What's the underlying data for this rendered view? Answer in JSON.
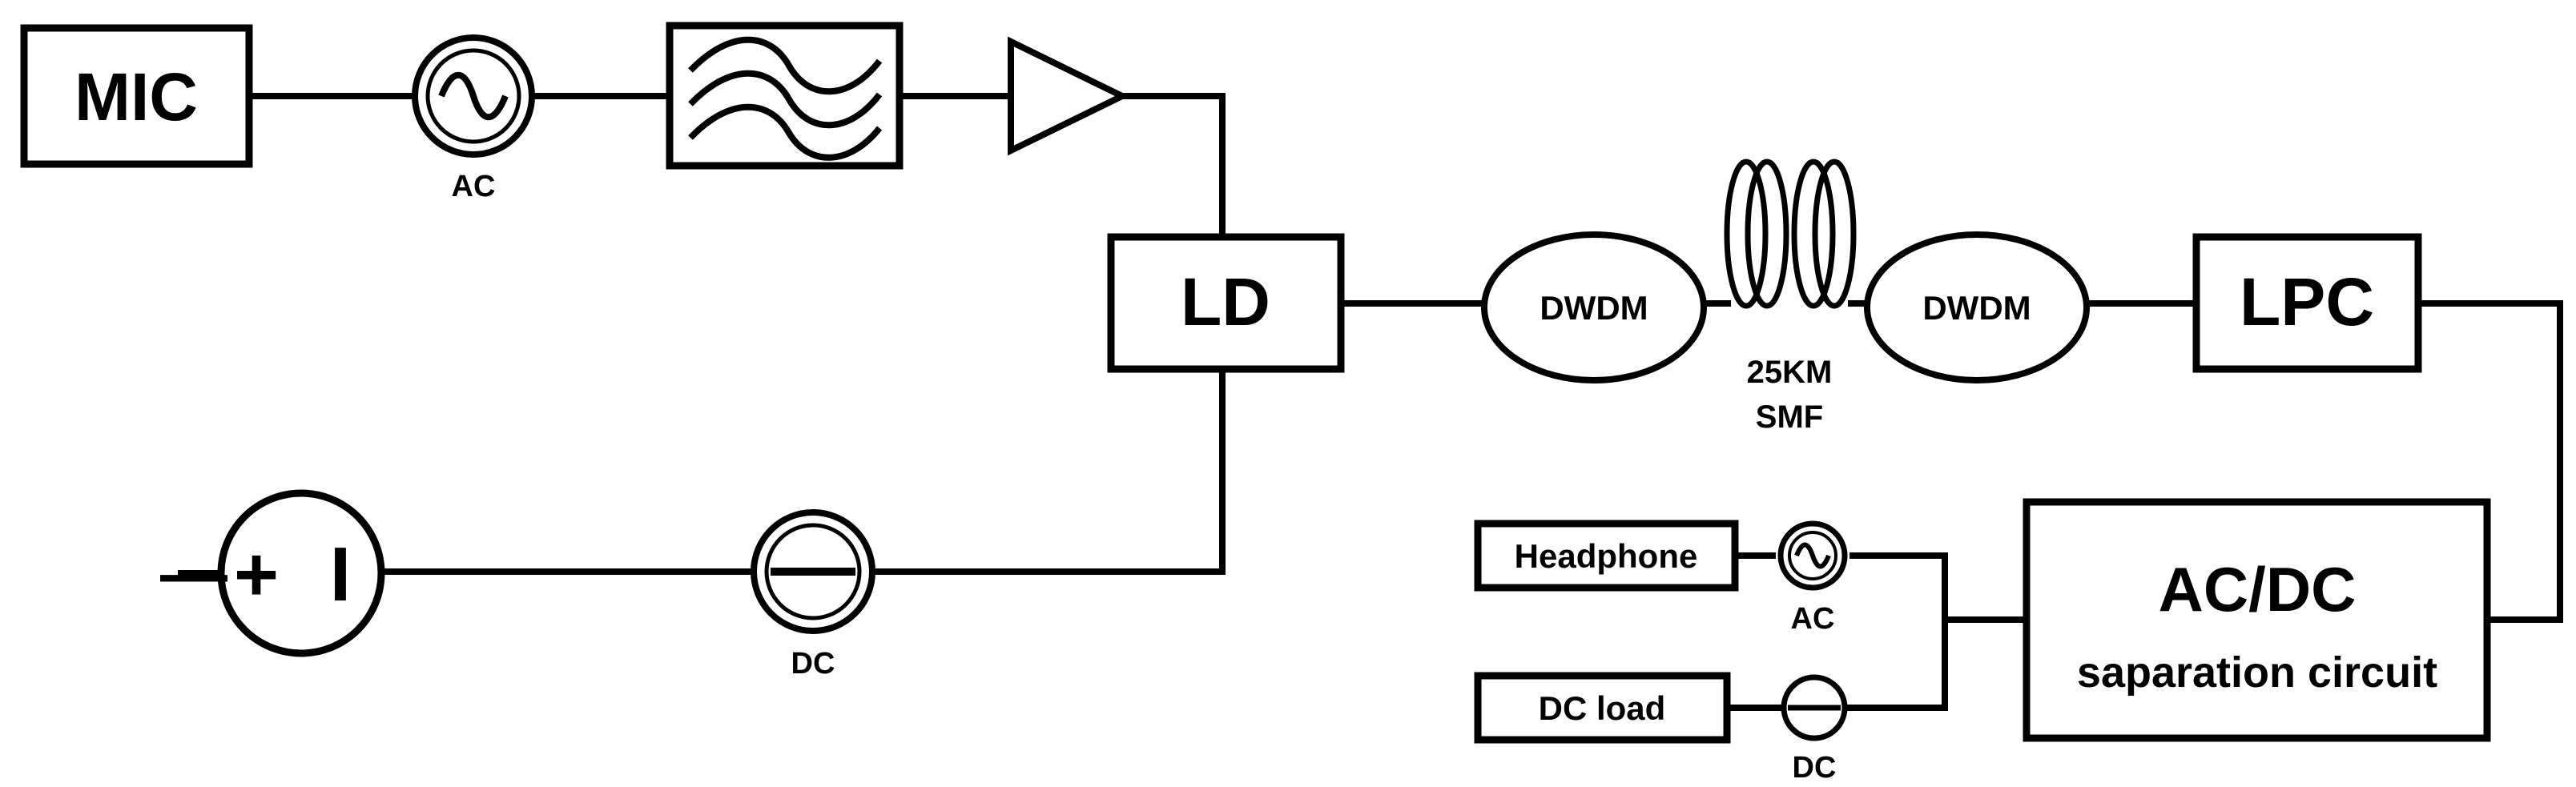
{
  "blocks": {
    "mic": "MIC",
    "ld": "LD",
    "lpc": "LPC",
    "headphone": "Headphone",
    "dc_load": "DC load",
    "acdc_line1": "AC/DC",
    "acdc_line2": "saparation circuit"
  },
  "components": {
    "dwdm_left": "DWDM",
    "dwdm_right": "DWDM",
    "fiber_line1": "25KM",
    "fiber_line2": "SMF",
    "ac_source_label": "AC",
    "dc_source_label": "DC",
    "ac_meter_label": "AC",
    "dc_meter_label": "DC",
    "battery_plus": "+",
    "battery_minus": "I",
    "battery_lead": "—"
  },
  "icons": [
    "ac-source-icon",
    "band-pass-filter-icon",
    "amplifier-triangle-icon",
    "dc-source-icon",
    "battery-icon",
    "fiber-coil-icon",
    "ac-meter-icon",
    "dc-meter-icon"
  ]
}
